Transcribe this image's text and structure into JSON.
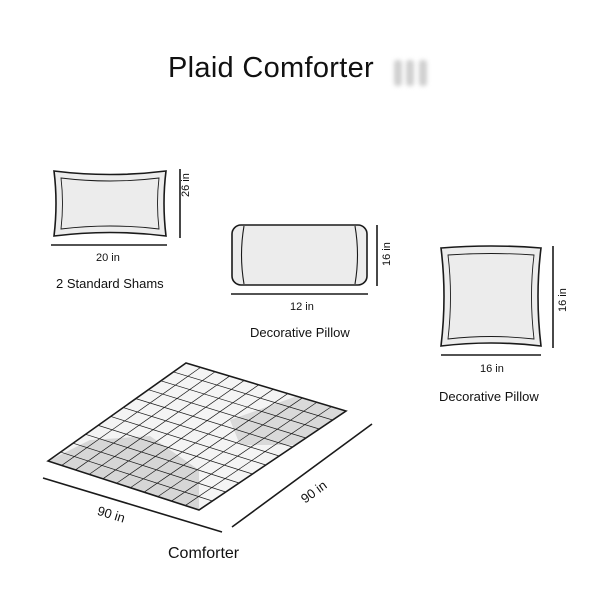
{
  "title": "Plaid Comforter",
  "items": {
    "shams": {
      "caption": "2 Standard Shams",
      "width": "20 in",
      "height": "26 in"
    },
    "pillow_center": {
      "caption": "Decorative Pillow",
      "width": "12 in",
      "height": "16 in"
    },
    "pillow_right": {
      "caption": "Decorative Pillow",
      "width": "16 in",
      "height": "16 in"
    },
    "comforter": {
      "caption": "Comforter",
      "width": "90 in",
      "length": "90 in"
    }
  },
  "colors": {
    "line": "#1a1a1a",
    "fill": "#ececec",
    "shade": "#d2d2d2",
    "blur": "#cfcfcf"
  }
}
